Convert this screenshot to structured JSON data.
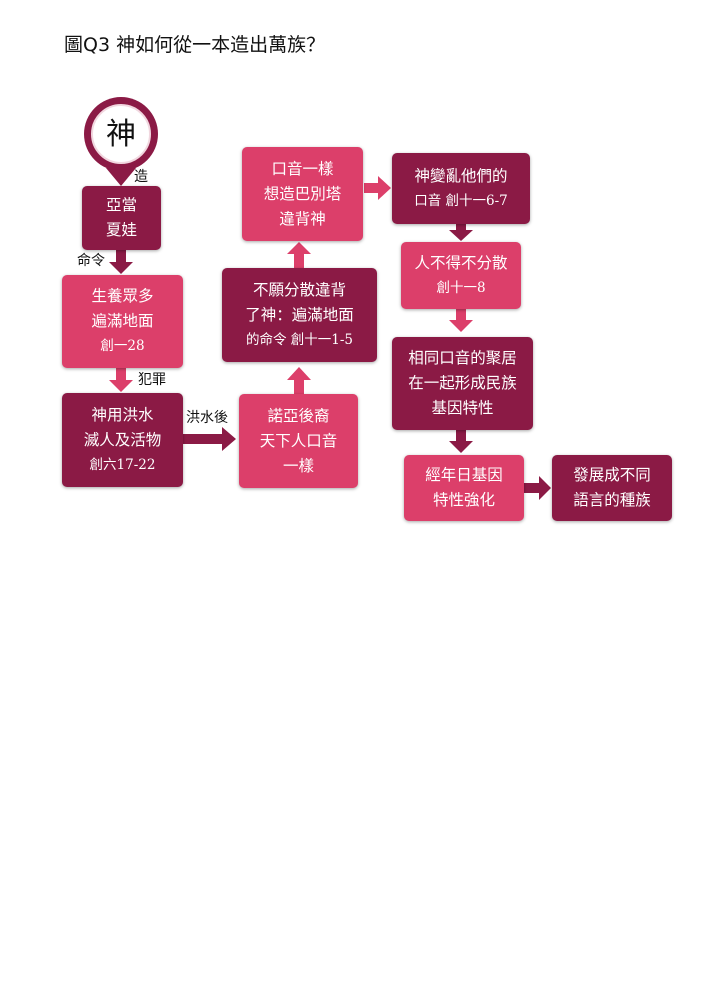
{
  "title": "圖Q3  神如何從一本造出萬族？",
  "colors": {
    "dark": "#8b1a45",
    "light": "#dc3f6a"
  },
  "god": {
    "text": "神",
    "label": "造"
  },
  "nodes": {
    "adam_eve": {
      "line1": "亞當",
      "line2": "夏娃"
    },
    "multiply": {
      "line1": "生養眾多",
      "line2": "遍滿地面",
      "line3": "創一28"
    },
    "flood": {
      "line1": "神用洪水",
      "line2": "滅人及活物",
      "line3": "創六17-22"
    },
    "noah": {
      "line1": "諾亞後裔",
      "line2": "天下人口音",
      "line3": "一樣"
    },
    "unwilling": {
      "line1": "不願分散違背",
      "line2": "了神：遍滿地面",
      "line3": "的命令  創十一1-5"
    },
    "babel": {
      "line1": "口音一樣",
      "line2": "想造巴別塔",
      "line3": "違背神"
    },
    "confuse": {
      "line1": "神變亂他們的",
      "line2": "口音  創十一6-7"
    },
    "cannot": {
      "line1": "人不得不分散",
      "line2": "創十一8"
    },
    "gather": {
      "line1": "相同口音的聚居",
      "line2": "在一起形成民族",
      "line3": "基因特性"
    },
    "strengthen": {
      "line1": "經年日基因",
      "line2": "特性強化"
    },
    "develop": {
      "line1": "發展成不同",
      "line2": "語言的種族"
    }
  },
  "edge_labels": {
    "command": "命令",
    "sin": "犯罪",
    "after_flood": "洪水後"
  }
}
